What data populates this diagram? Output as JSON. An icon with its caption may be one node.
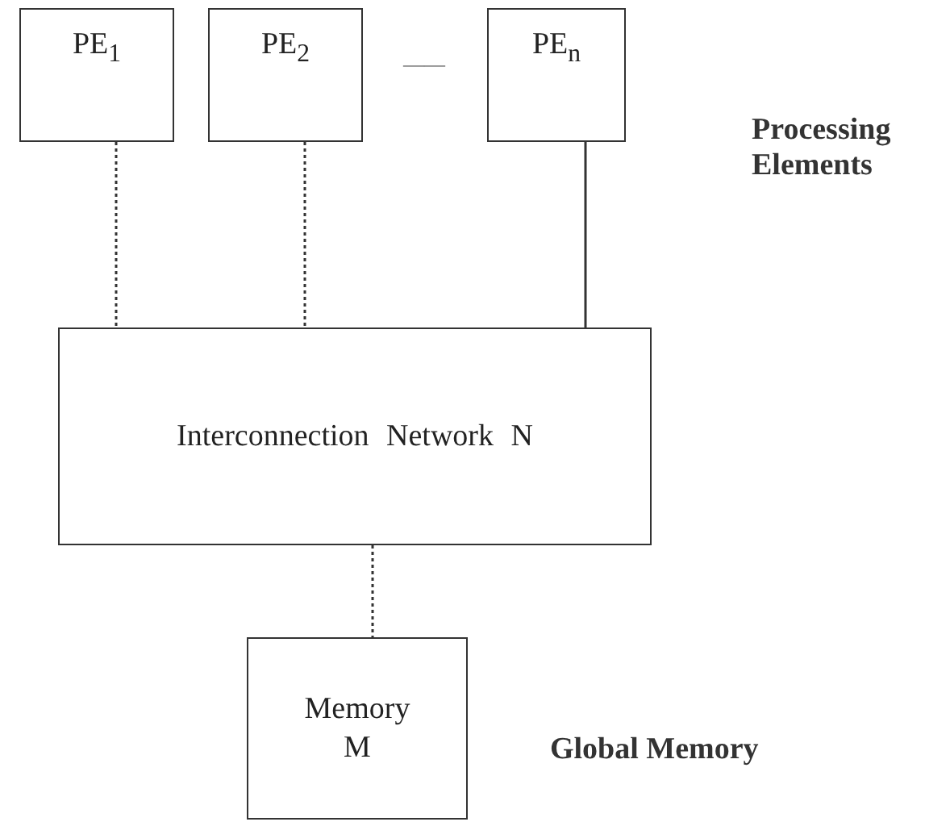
{
  "diagram": {
    "nodes": [
      {
        "text": [
          "PE$_{1}$"
        ]
      },
      {
        "text": [
          "PE$_{2}$"
        ]
      },
      {
        "text": [
          "PE$_{n}$"
        ]
      },
      {
        "text": [
          "Interconnection Network N"
        ]
      },
      {
        "text": [
          "Memory M"
        ]
      }
    ],
    "edges": [
      {
        "from": 0,
        "to": 3,
        "arrow": "none",
        "style": "dashed"
      },
      {
        "from": 1,
        "to": 3,
        "arrow": "none",
        "style": "dashed"
      },
      {
        "from": 2,
        "to": 3,
        "arrow": "none"
      },
      {
        "from": 3,
        "to": 4,
        "arrow": "none",
        "style": "dashed"
      }
    ],
    "labels": [
      "——",
      "Processing Elements",
      "Global Memory"
    ]
  }
}
